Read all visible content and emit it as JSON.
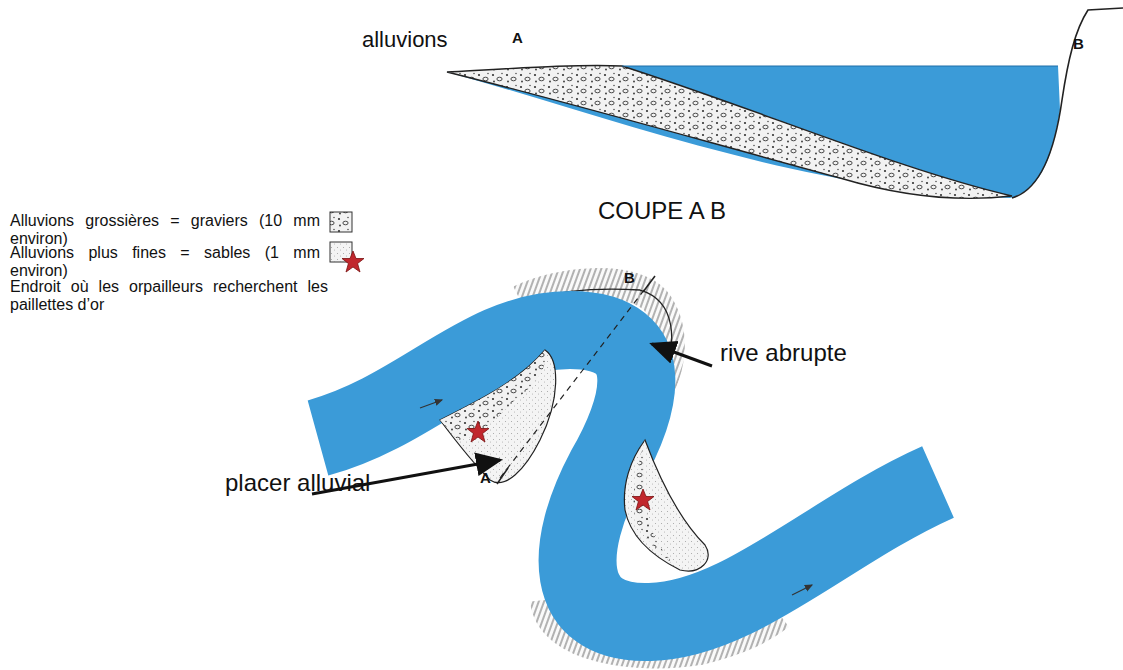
{
  "diagram": {
    "labels": [
      "alluvions",
      "A",
      "B",
      "COUPE A B",
      "B",
      "A",
      "rive abrupte",
      "placer alluvial"
    ],
    "legend": [
      {
        "text": "Alluvions grossières = graviers (10 mm environ)"
      },
      {
        "text": "Alluvions plus fines = sables (1 mm environ)"
      },
      {
        "text": "Endroit où les orpailleurs recherchent les paillettes d’or"
      }
    ]
  }
}
